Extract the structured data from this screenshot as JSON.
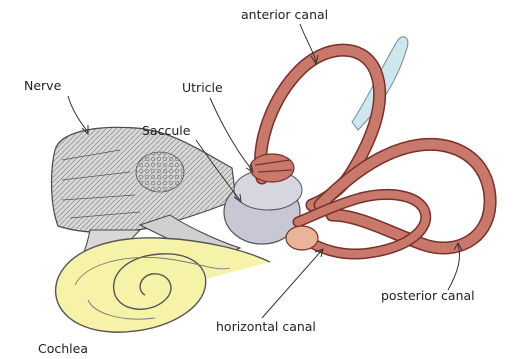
{
  "labels": {
    "anterior_canal": "anterior canal",
    "nerve": "Nerve",
    "utricle": "Utricle",
    "saccule": "Saccule",
    "posterior_canal": "posterior canal",
    "horizontal_canal": "horizontal canal",
    "cochlea": "Cochlea"
  },
  "colors": {
    "canal_fill": "#c9786c",
    "canal_stroke": "#7a2f28",
    "cochlea_fill": "#f6f2a8",
    "ampulla_fill": "#e9b49a",
    "vestibule_fill": "#c8c8d4",
    "nerve_fill": "#d8d8d8",
    "membrane_fill": "#cfe6ee"
  }
}
